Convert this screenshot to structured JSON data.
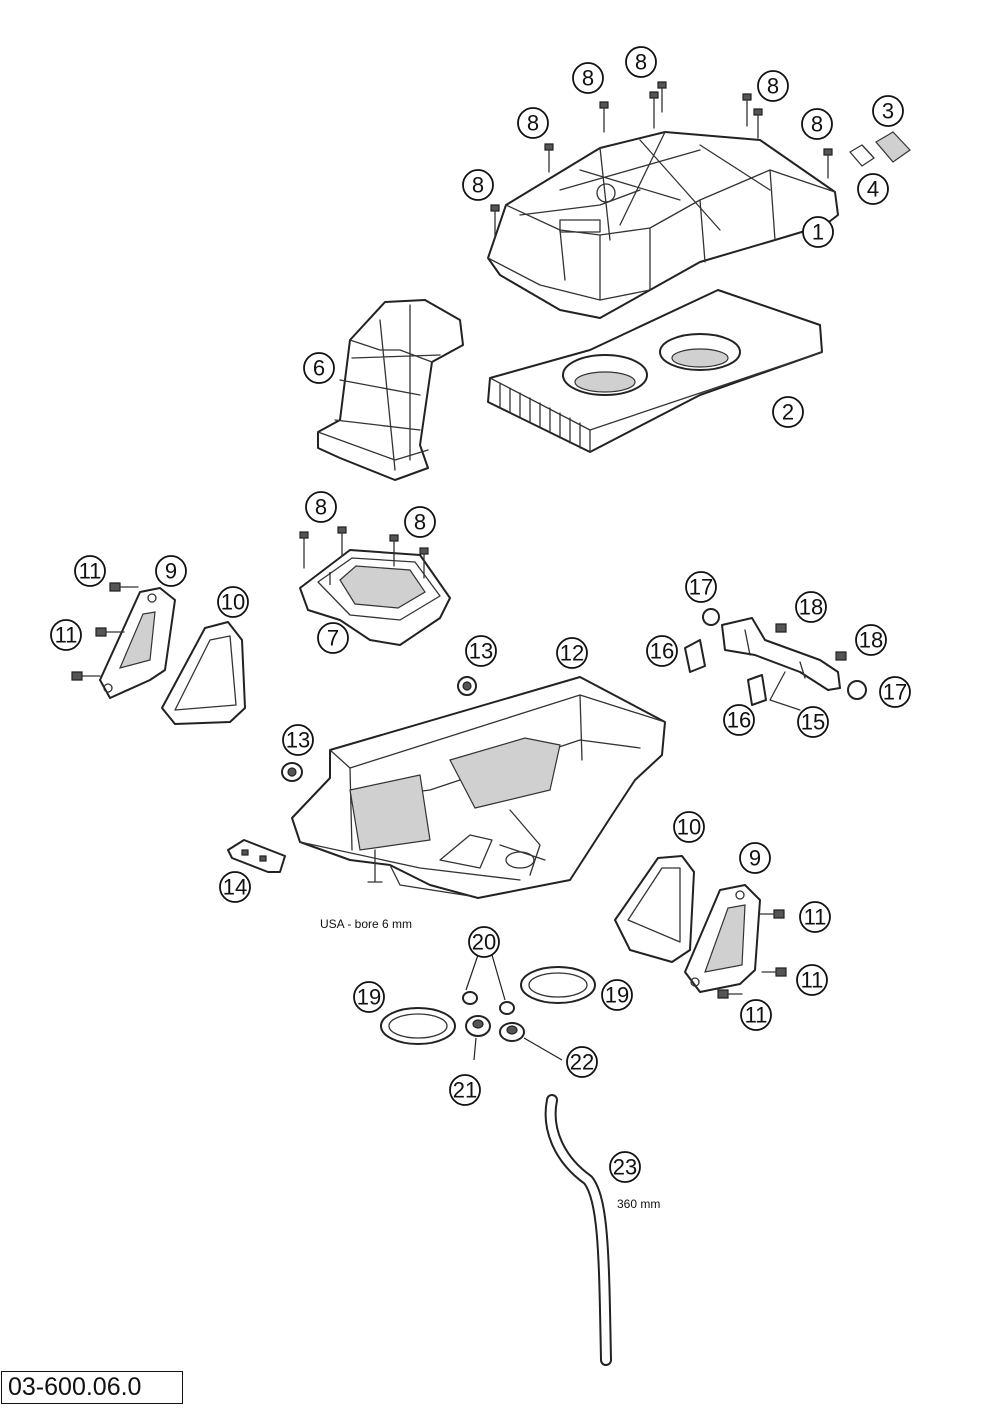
{
  "callouts": [
    {
      "label": "8"
    },
    {
      "label": "8"
    },
    {
      "label": "8"
    },
    {
      "label": "8"
    },
    {
      "label": "8"
    },
    {
      "label": "8"
    },
    {
      "label": "3"
    },
    {
      "label": "4"
    },
    {
      "label": "1"
    },
    {
      "label": "6"
    },
    {
      "label": "2"
    },
    {
      "label": "8"
    },
    {
      "label": "8"
    },
    {
      "label": "11"
    },
    {
      "label": "9"
    },
    {
      "label": "10"
    },
    {
      "label": "11"
    },
    {
      "label": "7"
    },
    {
      "label": "17"
    },
    {
      "label": "18"
    },
    {
      "label": "16"
    },
    {
      "label": "13"
    },
    {
      "label": "12"
    },
    {
      "label": "18"
    },
    {
      "label": "17"
    },
    {
      "label": "16"
    },
    {
      "label": "15"
    },
    {
      "label": "13"
    },
    {
      "label": "10"
    },
    {
      "label": "9"
    },
    {
      "label": "14"
    },
    {
      "label": "11"
    },
    {
      "label": "20"
    },
    {
      "label": "19"
    },
    {
      "label": "19"
    },
    {
      "label": "11"
    },
    {
      "label": "11"
    },
    {
      "label": "22"
    },
    {
      "label": "21"
    },
    {
      "label": "23"
    }
  ],
  "notes": {
    "usa_bore": "USA - bore  6 mm",
    "hose_length": "360 mm"
  },
  "diagram_code": "03-600.06.0"
}
